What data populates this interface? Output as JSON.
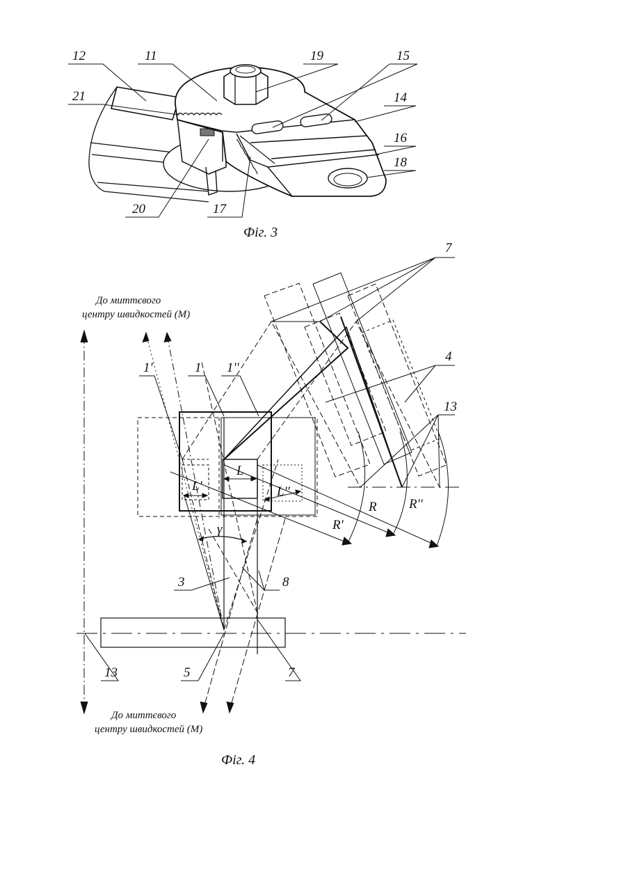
{
  "fig3": {
    "caption": "Фіг. 3",
    "labels": {
      "l12": "12",
      "l11": "11",
      "l19": "19",
      "l15": "15",
      "l21": "21",
      "l14": "14",
      "l16": "16",
      "l18": "18",
      "l20": "20",
      "l17": "17"
    }
  },
  "fig4": {
    "caption": "Фіг. 4",
    "note_top_line1": "До миттєвого",
    "note_top_line2": "центру швидкостей (М)",
    "note_bottom_line1": "До миттєвого",
    "note_bottom_line2": "центру швидкостей (М)",
    "labels": {
      "l7_top": "7",
      "l4": "4",
      "l13_right": "13",
      "l1p": "1'",
      "l1": "1",
      "l1pp": "1''",
      "lLp": "L'",
      "lL": "L",
      "lLpp": "L''",
      "lRp": "R'",
      "lR": "R",
      "lRpp": "R''",
      "lgamma": "γ",
      "l3": "3",
      "l8": "8",
      "l13_left": "13",
      "l5": "5",
      "l7_bottom": "7"
    }
  }
}
